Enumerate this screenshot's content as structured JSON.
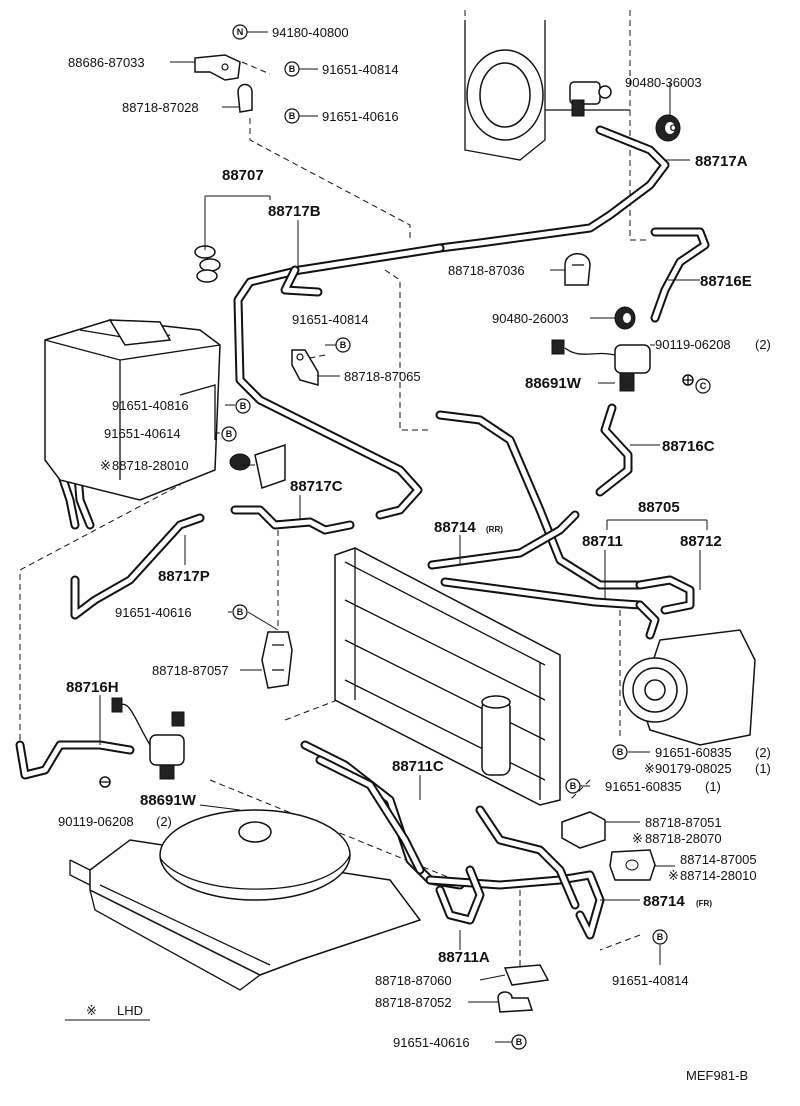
{
  "labels": {
    "n_94180_40800": "94180-40800",
    "b_91651_40814_top": "91651-40814",
    "p_88686_87033": "88686-87033",
    "p_88718_87028": "88718-87028",
    "b_91651_40616_top": "91651-40616",
    "p_90480_36003": "90480-36003",
    "p_88717A": "88717A",
    "p_88707": "88707",
    "p_88717B": "88717B",
    "p_88718_87036": "88718-87036",
    "p_88716E": "88716E",
    "p_90480_26003": "90480-26003",
    "p_91651_40814_mid": "91651-40814",
    "p_88718_87065": "88718-87065",
    "p_90119_06208_top": "90119-06208",
    "qty_90119_06208_top": "(2)",
    "p_88691W_top": "88691W",
    "p_91651_40816": "91651-40816",
    "p_91651_40614": "91651-40614",
    "p_88718_28010": "88718-28010",
    "p_88716C": "88716C",
    "p_88717C": "88717C",
    "p_88705": "88705",
    "p_88714_rr": "88714",
    "sub_rr": "(RR)",
    "p_88711": "88711",
    "p_88712": "88712",
    "p_88717P": "88717P",
    "p_91651_40616_mid": "91651-40616",
    "p_88718_87057": "88718-87057",
    "p_88716H": "88716H",
    "p_91651_60835_a": "91651-60835",
    "qty_91651_60835_a": "(2)",
    "p_90179_08025": "90179-08025",
    "qty_90179_08025": "(1)",
    "p_88711C": "88711C",
    "p_91651_60835_b": "91651-60835",
    "qty_91651_60835_b": "(1)",
    "p_88691W_bot": "88691W",
    "p_90119_06208_bot": "90119-06208",
    "qty_90119_06208_bot": "(2)",
    "p_88718_87051": "88718-87051",
    "p_88718_28070": "88718-28070",
    "p_88714_87005": "88714-87005",
    "p_88714_28010": "88714-28010",
    "p_88714_fr": "88714",
    "sub_fr": "(FR)",
    "p_88711A": "88711A",
    "p_91651_40814_bot": "91651-40814",
    "p_88718_87060": "88718-87060",
    "p_88718_87052": "88718-87052",
    "p_91651_40616_bot": "91651-40616",
    "legend_lhd": "LHD",
    "code": "MEF981-B"
  },
  "marks": {
    "asterisk": "※",
    "n": "N",
    "b": "B",
    "c": "C"
  }
}
